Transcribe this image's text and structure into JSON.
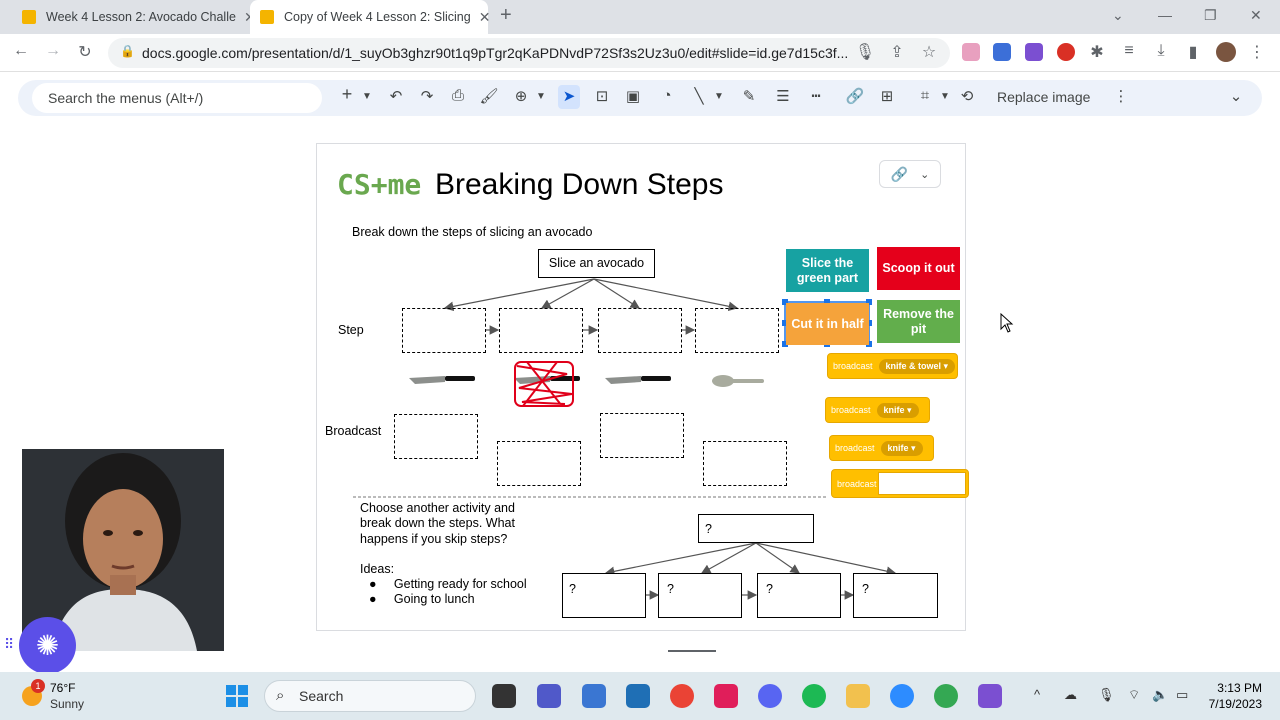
{
  "browser": {
    "tabs": [
      {
        "title": "Week 4 Lesson 2: Avocado Challe",
        "active": false,
        "favicon_color": "#f4b400"
      },
      {
        "title": "Copy of Week 4 Lesson 2: Slicing",
        "active": true,
        "favicon_color": "#f4b400"
      }
    ],
    "new_tab_icon": "plus-icon",
    "url": "docs.google.com/presentation/d/1_suyOb3ghzr90t1q9pTgr2qKaPDNvdP72Sf3s2Uz3u0/edit#slide=id.ge7d15c3f..."
  },
  "toolbar": {
    "search_placeholder": "Search the menus (Alt+/)",
    "replace_image_label": "Replace image"
  },
  "slide": {
    "brand": "CS+me",
    "title": "Breaking Down Steps",
    "instruction": "Break down the steps of slicing an avocado",
    "root_task": "Slice an avocado",
    "step_label": "Step",
    "broadcast_label": "Broadcast",
    "blocks": {
      "slice_green": "Slice the green part",
      "scoop": "Scoop it out",
      "cut_half": "Cut it in half",
      "remove_pit": "Remove the pit"
    },
    "broadcast_blocks": [
      {
        "label": "broadcast",
        "value": "knife & towel"
      },
      {
        "label": "broadcast",
        "value": "knife"
      },
      {
        "label": "broadcast",
        "value": "knife"
      },
      {
        "label": "broadcast",
        "value": ""
      }
    ],
    "activity_prompt_1": "Choose another activity and",
    "activity_prompt_2": "break down the steps. What",
    "activity_prompt_3": "happens if you skip steps?",
    "ideas_label": "Ideas:",
    "ideas": [
      "Getting ready for school",
      "Going to lunch"
    ],
    "placeholder": "?",
    "colors": {
      "teal": "#17a2a2",
      "red": "#e5001b",
      "orange": "#f5a33b",
      "green": "#62ae4c",
      "broadcast": "#ffbf00",
      "selection": "#1a73e8"
    }
  },
  "taskbar": {
    "weather_temp": "76°F",
    "weather_cond": "Sunny",
    "weather_badge": "1",
    "search_label": "Search",
    "time": "3:13 PM",
    "date": "7/19/2023"
  }
}
